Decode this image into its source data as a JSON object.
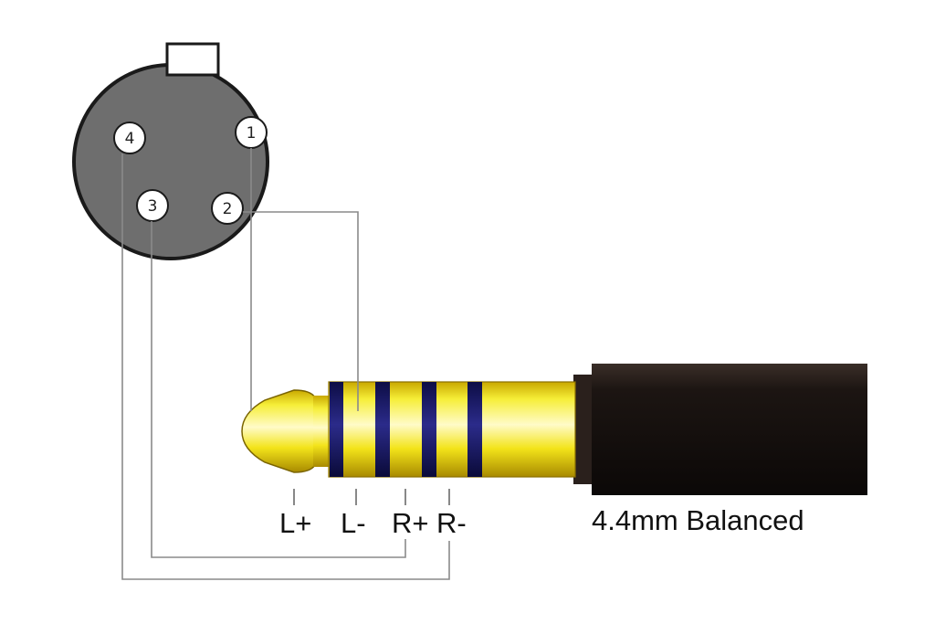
{
  "connector": {
    "pins": [
      {
        "number": "4"
      },
      {
        "number": "1"
      },
      {
        "number": "3"
      },
      {
        "number": "2"
      }
    ]
  },
  "plug": {
    "contacts": [
      {
        "label": "L+"
      },
      {
        "label": "L-"
      },
      {
        "label": "R+"
      },
      {
        "label": "R-"
      }
    ],
    "title": "4.4mm Balanced",
    "colors": {
      "gold": "#f2e600",
      "band": "#1c1c6b",
      "barrel": "#1c1512"
    }
  },
  "wiring": [
    {
      "pin": "1",
      "contact": "L+"
    },
    {
      "pin": "2",
      "contact": "L-"
    },
    {
      "pin": "3",
      "contact": "R+"
    },
    {
      "pin": "4",
      "contact": "R-"
    }
  ]
}
